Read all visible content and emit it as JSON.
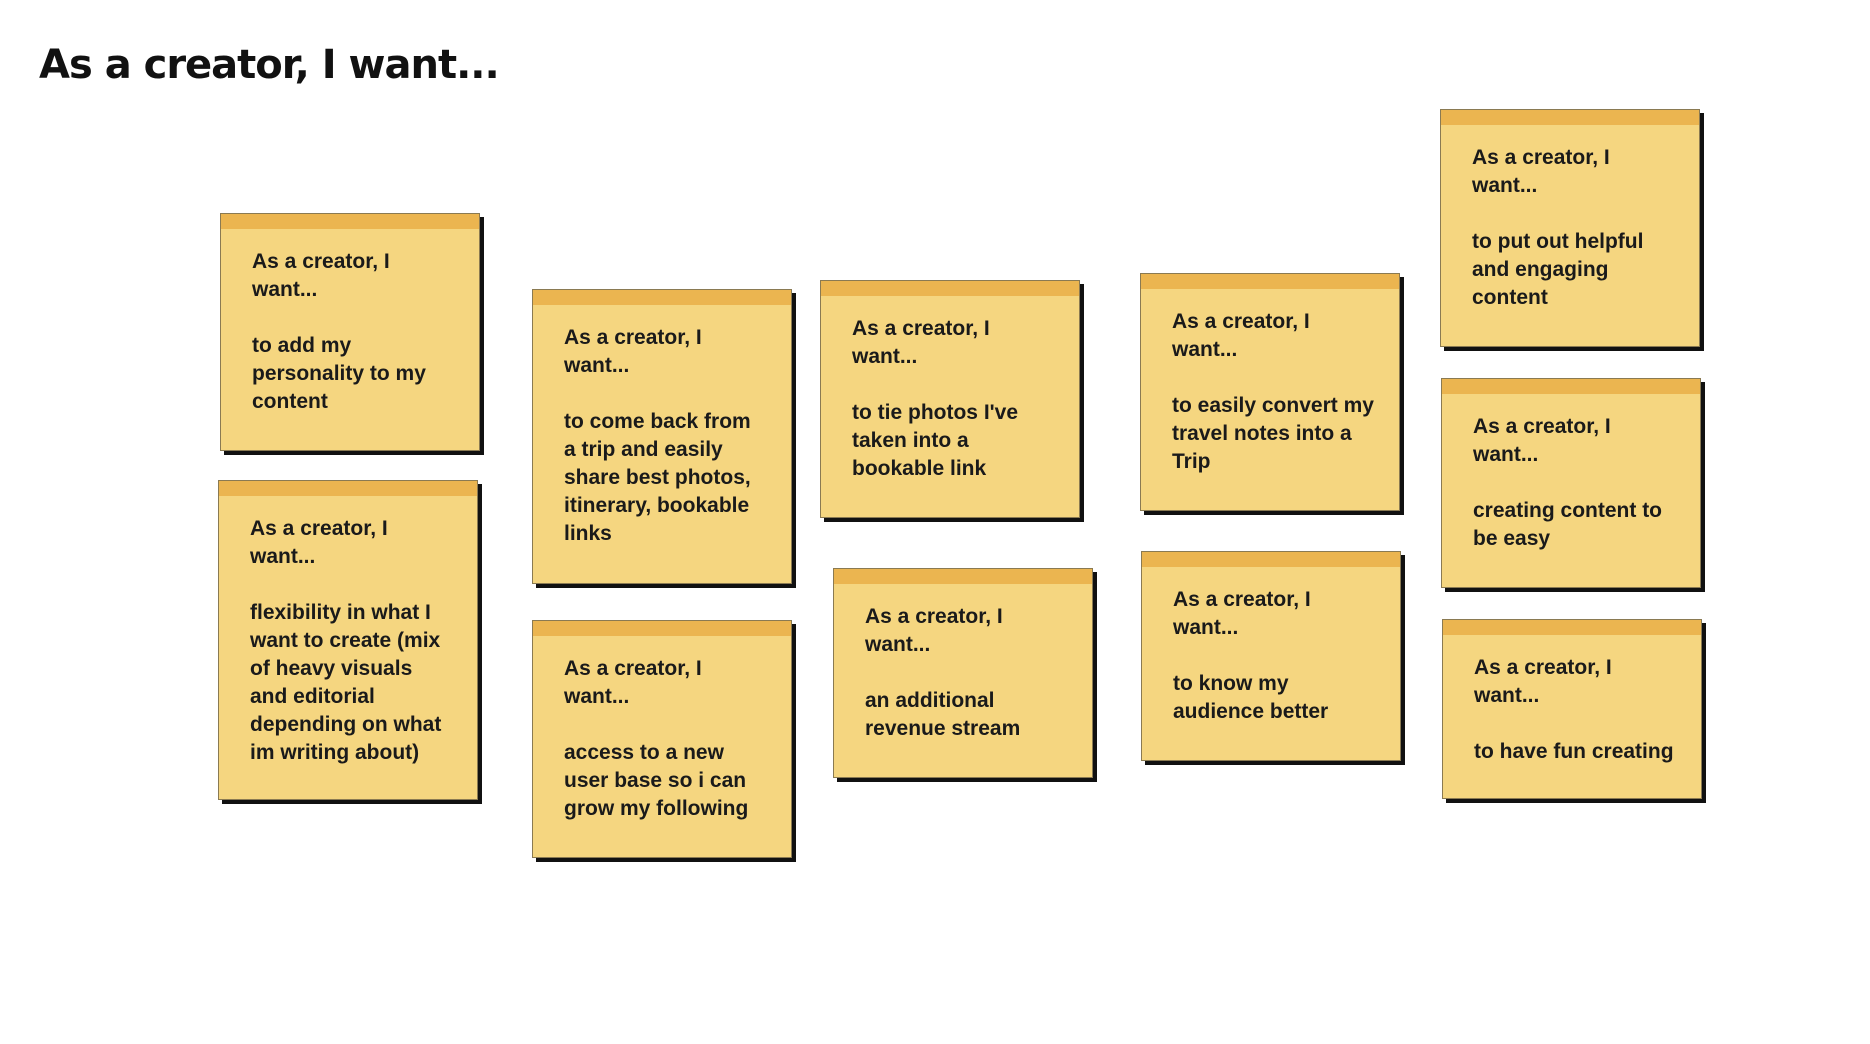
{
  "page": {
    "title": "As a creator, I want..."
  },
  "notes": [
    {
      "id": "add-personality",
      "intro": "As a creator, I want...",
      "body": "to add my personality to my content"
    },
    {
      "id": "flexibility",
      "intro": "As a creator, I want...",
      "body": "flexibility in what I want to create (mix of heavy visuals and editorial depending on what im writing about)"
    },
    {
      "id": "share-trip",
      "intro": "As a creator, I want...",
      "body": "to come back from a trip and easily share best photos, itinerary, bookable links"
    },
    {
      "id": "new-user-base",
      "intro": "As a creator, I want...",
      "body": "access to a new user base so i can grow my following"
    },
    {
      "id": "tie-photos",
      "intro": "As a creator, I want...",
      "body": "to tie photos I've taken into a bookable link"
    },
    {
      "id": "revenue-stream",
      "intro": "As a creator, I want...",
      "body": "an additional revenue stream"
    },
    {
      "id": "convert-notes",
      "intro": "As a creator, I want...",
      "body": "to easily convert my travel notes into a Trip"
    },
    {
      "id": "know-audience",
      "intro": "As a creator, I want...",
      "body": "to know my audience better"
    },
    {
      "id": "helpful-content",
      "intro": "As a creator, I want...",
      "body": "to put out helpful and engaging content"
    },
    {
      "id": "easy-creating",
      "intro": "As a creator, I want...",
      "body": "creating content to be easy"
    },
    {
      "id": "have-fun",
      "intro": "As a creator, I want...",
      "body": "to have fun creating"
    }
  ],
  "colors": {
    "note_fill": "#f5d680",
    "note_tab": "#ebb550",
    "note_shadow": "#111111",
    "text": "#1a1a1a"
  }
}
